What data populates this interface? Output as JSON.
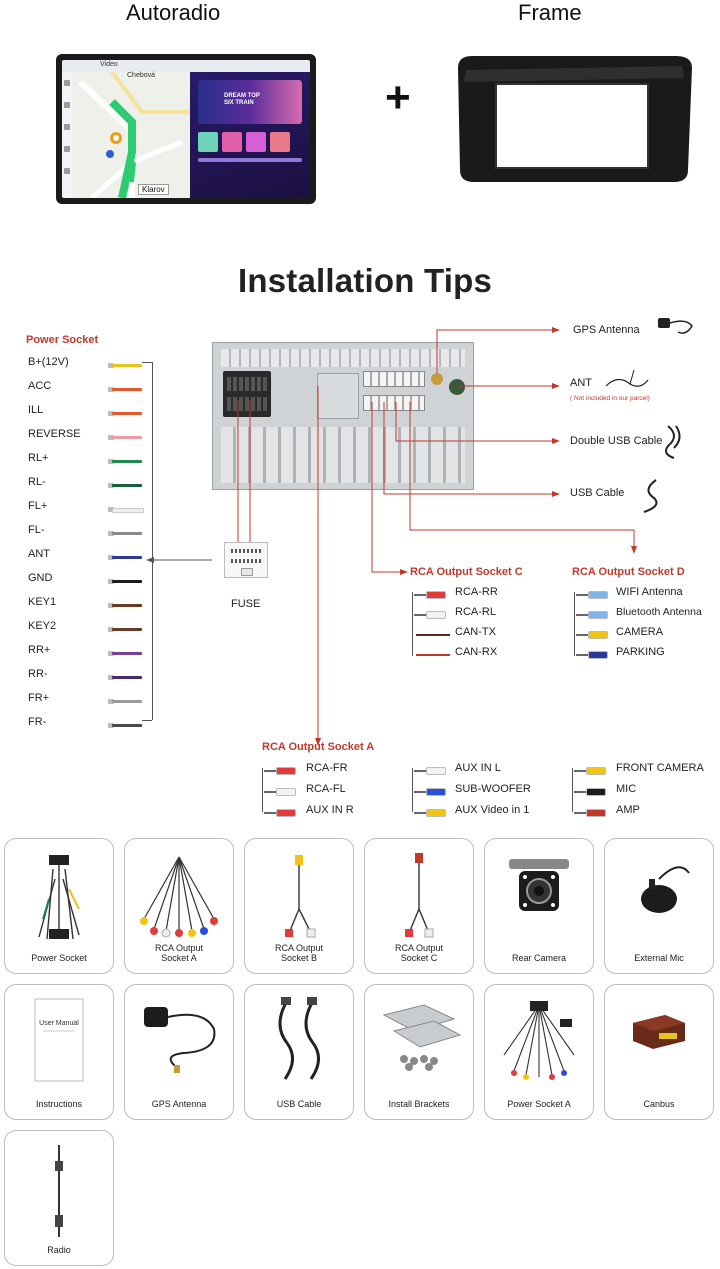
{
  "header": {
    "autoradio": "Autoradio",
    "frame": "Frame",
    "plus": "+",
    "screen_app_title": "Video",
    "screen_banner": "DREAM TOP SIX TRAIN",
    "screen_map_label": "Klarov",
    "screen_map_city": "Chebová"
  },
  "title": "Installation Tips",
  "power_socket": {
    "title": "Power Socket",
    "wires": [
      {
        "label": "B+(12V)",
        "color": "#e8c21a"
      },
      {
        "label": "ACC",
        "color": "#e4582a"
      },
      {
        "label": "ILL",
        "color": "#e4582a"
      },
      {
        "label": "REVERSE",
        "color": "#ef9aa4"
      },
      {
        "label": "RL+",
        "color": "#1f8a4c"
      },
      {
        "label": "RL-",
        "color": "#17603a"
      },
      {
        "label": "FL+",
        "color": "#eeeeee"
      },
      {
        "label": "FL-",
        "color": "#8a8a8a"
      },
      {
        "label": "ANT",
        "color": "#2b3a9a"
      },
      {
        "label": "GND",
        "color": "#1c1c1c"
      },
      {
        "label": "KEY1",
        "color": "#6b3a22"
      },
      {
        "label": "KEY2",
        "color": "#6b3a22"
      },
      {
        "label": "RR+",
        "color": "#7a3d9a"
      },
      {
        "label": "RR-",
        "color": "#4a2a6a"
      },
      {
        "label": "FR+",
        "color": "#9a9a9a"
      },
      {
        "label": "FR-",
        "color": "#4a4a4a"
      }
    ]
  },
  "fuse": "FUSE",
  "right_items": {
    "gps": "GPS Antenna",
    "ant": "ANT",
    "ant_note": "( Not included in our parcel)",
    "double_usb": "Double USB Cable",
    "usb": "USB Cable"
  },
  "socket_c": {
    "title": "RCA Output Socket C",
    "items": [
      {
        "label": "RCA-RR",
        "color": "#e23b3b"
      },
      {
        "label": "RCA-RL",
        "color": "#f3f3f3"
      },
      {
        "label": "CAN-TX",
        "color": "#5a2a1a"
      },
      {
        "label": "CAN-RX",
        "color": "#c0392b"
      }
    ]
  },
  "socket_d": {
    "title": "RCA Output Socket D",
    "items": [
      {
        "label": "WIFI Antenna",
        "color": "#7fb5e8"
      },
      {
        "label": "Bluetooth Antenna",
        "color": "#7fb5e8"
      },
      {
        "label": "CAMERA",
        "color": "#f1c40f"
      },
      {
        "label": "PARKING",
        "color": "#2b3a9a"
      }
    ]
  },
  "socket_a": {
    "title": "RCA Output Socket A",
    "col1": [
      {
        "label": "RCA-FR",
        "color": "#e23b3b"
      },
      {
        "label": "RCA-FL",
        "color": "#f3f3f3"
      },
      {
        "label": "AUX IN R",
        "color": "#e23b3b"
      }
    ],
    "col2": [
      {
        "label": "AUX IN L",
        "color": "#f3f3f3"
      },
      {
        "label": "SUB-WOOFER",
        "color": "#2b4fd6"
      },
      {
        "label": "AUX Video in 1",
        "color": "#f1c40f"
      }
    ],
    "col3": [
      {
        "label": "FRONT CAMERA",
        "color": "#f1c40f"
      },
      {
        "label": "MIC",
        "color": "#1c1c1c"
      },
      {
        "label": "AMP",
        "color": "#c0392b"
      }
    ]
  },
  "accessories": [
    {
      "line1": "Power Socket",
      "line2": ""
    },
    {
      "line1": "RCA Output",
      "line2": "Socket A"
    },
    {
      "line1": "RCA Output",
      "line2": "Socket B"
    },
    {
      "line1": "RCA Output",
      "line2": "Socket C"
    },
    {
      "line1": "Rear Camera",
      "line2": ""
    },
    {
      "line1": "External Mic",
      "line2": ""
    },
    {
      "line1": "Instructions",
      "line2": ""
    },
    {
      "line1": "GPS Antenna",
      "line2": ""
    },
    {
      "line1": "USB Cable",
      "line2": ""
    },
    {
      "line1": "Install  Brackets",
      "line2": ""
    },
    {
      "line1": "Power Socket A",
      "line2": ""
    },
    {
      "line1": "Canbus",
      "line2": ""
    },
    {
      "line1": "Radio",
      "line2": ""
    }
  ],
  "manual_text": "User Manual",
  "colors": {
    "accent": "#c0392b",
    "line": "#c0392b",
    "card_border": "#bcbcbc"
  }
}
